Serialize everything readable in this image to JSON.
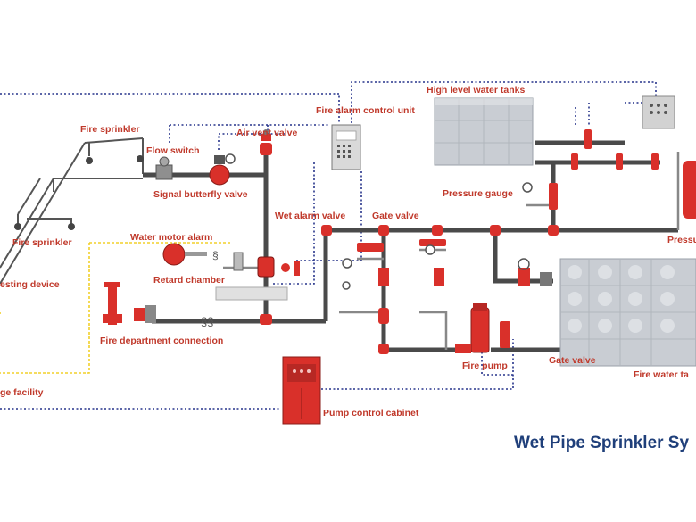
{
  "colors": {
    "label": "#c0392b",
    "title": "#1f3f7a",
    "pipe": "#4a4a4a",
    "pipe_red": "#d9302a",
    "signal": "#27348b",
    "yellow_signal": "#f2d02b",
    "tank": "#c9cdd3"
  },
  "title": "Wet Pipe Sprinkler Sy",
  "labels": {
    "fire_sprinkler_top": "Fire sprinkler",
    "flow_switch": "Flow switch",
    "air_vent_valve": "Air vent valve",
    "fire_alarm_control_unit": "Fire alarm control unit",
    "high_level_water_tanks": "High level water tanks",
    "signal_butterfly_valve": "Signal butterfly valve",
    "pressure_gauge": "Pressure gauge",
    "fire_sprinkler_bottom": "Fire sprinkler",
    "wet_alarm_valve": "Wet alarm valve",
    "gate_valve_top": "Gate valve",
    "pressure_cut": "Pressu",
    "water_motor_alarm": "Water motor alarm",
    "retard_chamber": "Retard chamber",
    "testing_device": "esting device",
    "fire_department_connection": "Fire department connection",
    "fire_pump": "Fire pump",
    "gate_valve_bottom": "Gate valve",
    "fire_water_tank": "Fire water ta",
    "storage_facility": "ge facility",
    "pump_control_cabinet": "Pump control cabinet"
  }
}
